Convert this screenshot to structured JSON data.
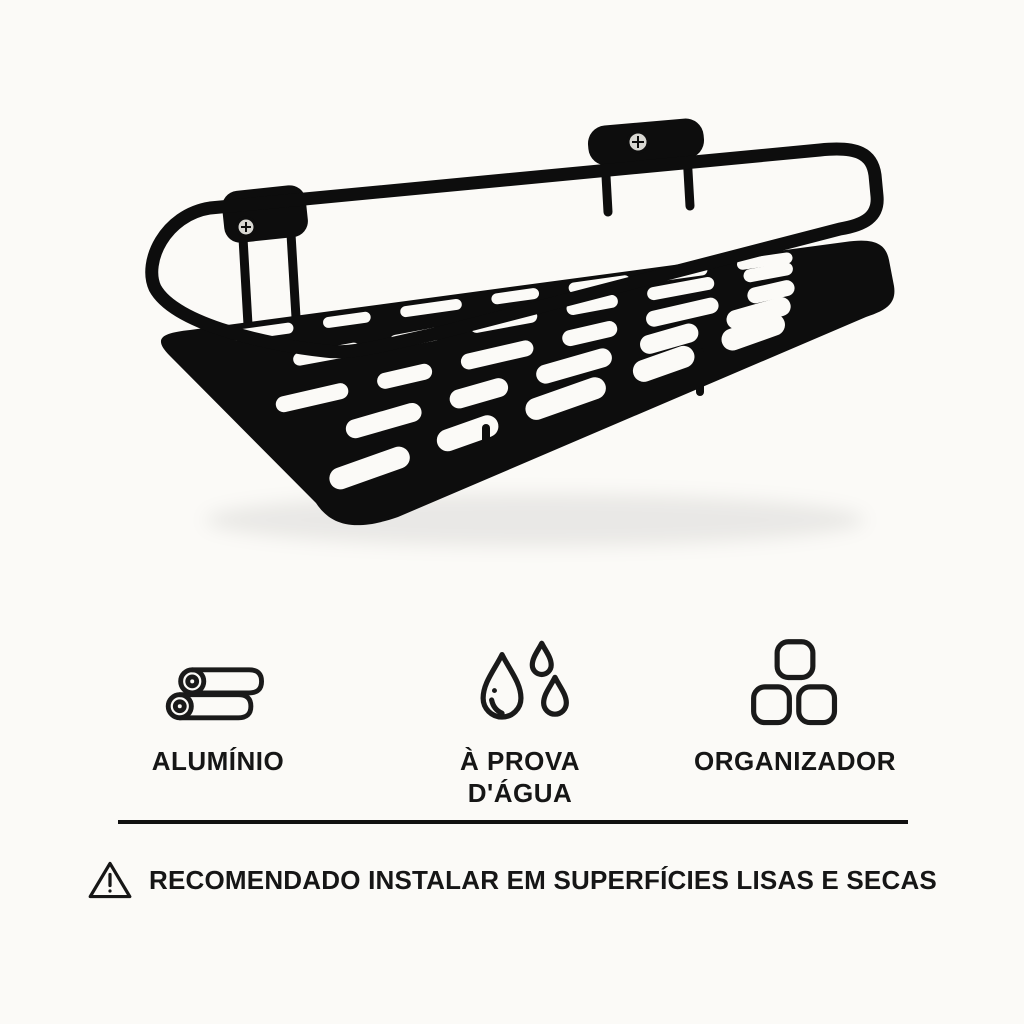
{
  "page": {
    "background_color": "#fbfaf7",
    "ink_color": "#161616",
    "product_color": "#0d0d0d"
  },
  "product": {
    "photo": "black-aluminum-wall-shelf-with-slotted-base",
    "icon": "shelf-photo"
  },
  "features": [
    {
      "icon": "aluminum-rolls-icon",
      "label": "ALUMÍNIO"
    },
    {
      "icon": "water-drops-icon",
      "label": "À PROVA D'ÁGUA"
    },
    {
      "icon": "organizer-squares-icon",
      "label": "ORGANIZADOR"
    }
  ],
  "warning": {
    "icon": "warning-triangle-icon",
    "text": "RECOMENDADO INSTALAR EM SUPERFÍCIES LISAS E SECAS"
  }
}
